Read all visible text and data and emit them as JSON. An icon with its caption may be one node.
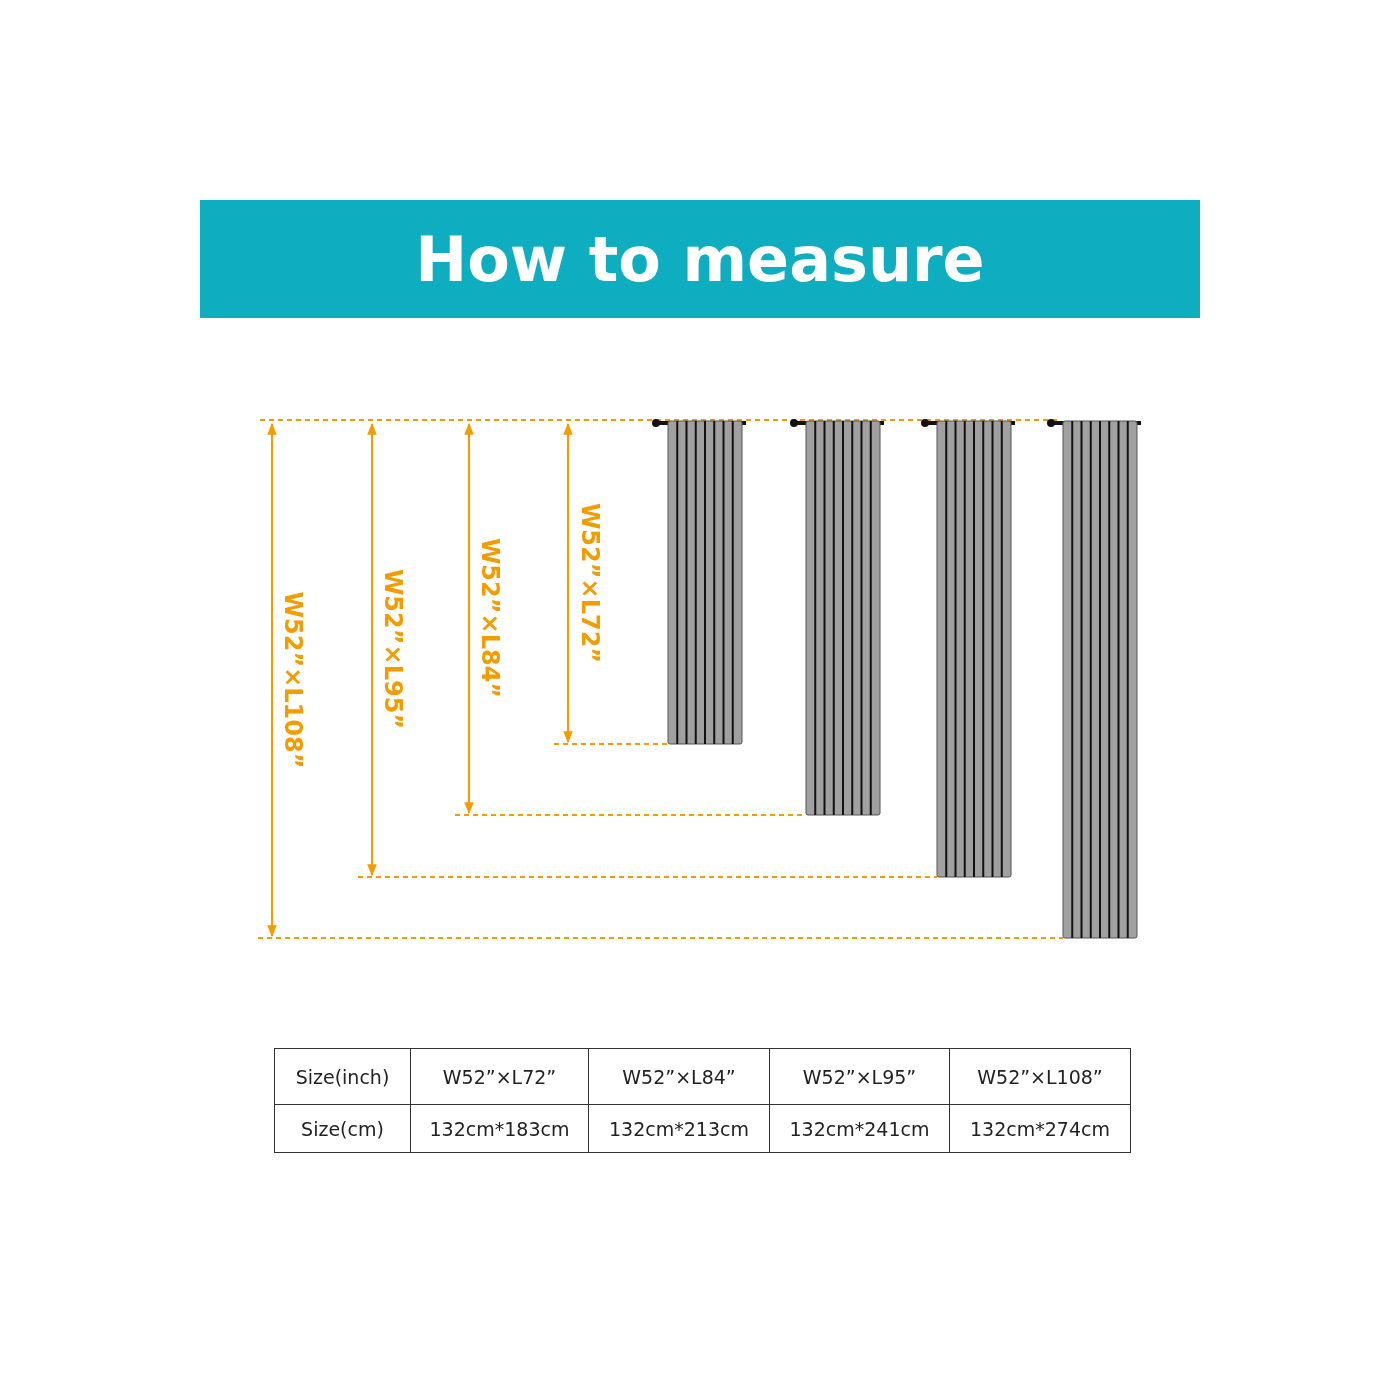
{
  "diagram": {
    "title": "How to measure",
    "labels": [
      "W52”×L108”",
      "W52”×L95”",
      "W52”×L84”",
      "W52”×L72”",
      "Size(inch)",
      "W52”×L72”",
      "W52”×L84”",
      "W52”×L95”",
      "W52”×L108”",
      "Size(cm)",
      "132cm*183cm",
      "132cm*213cm",
      "132cm*241cm",
      "132cm*274cm"
    ]
  }
}
